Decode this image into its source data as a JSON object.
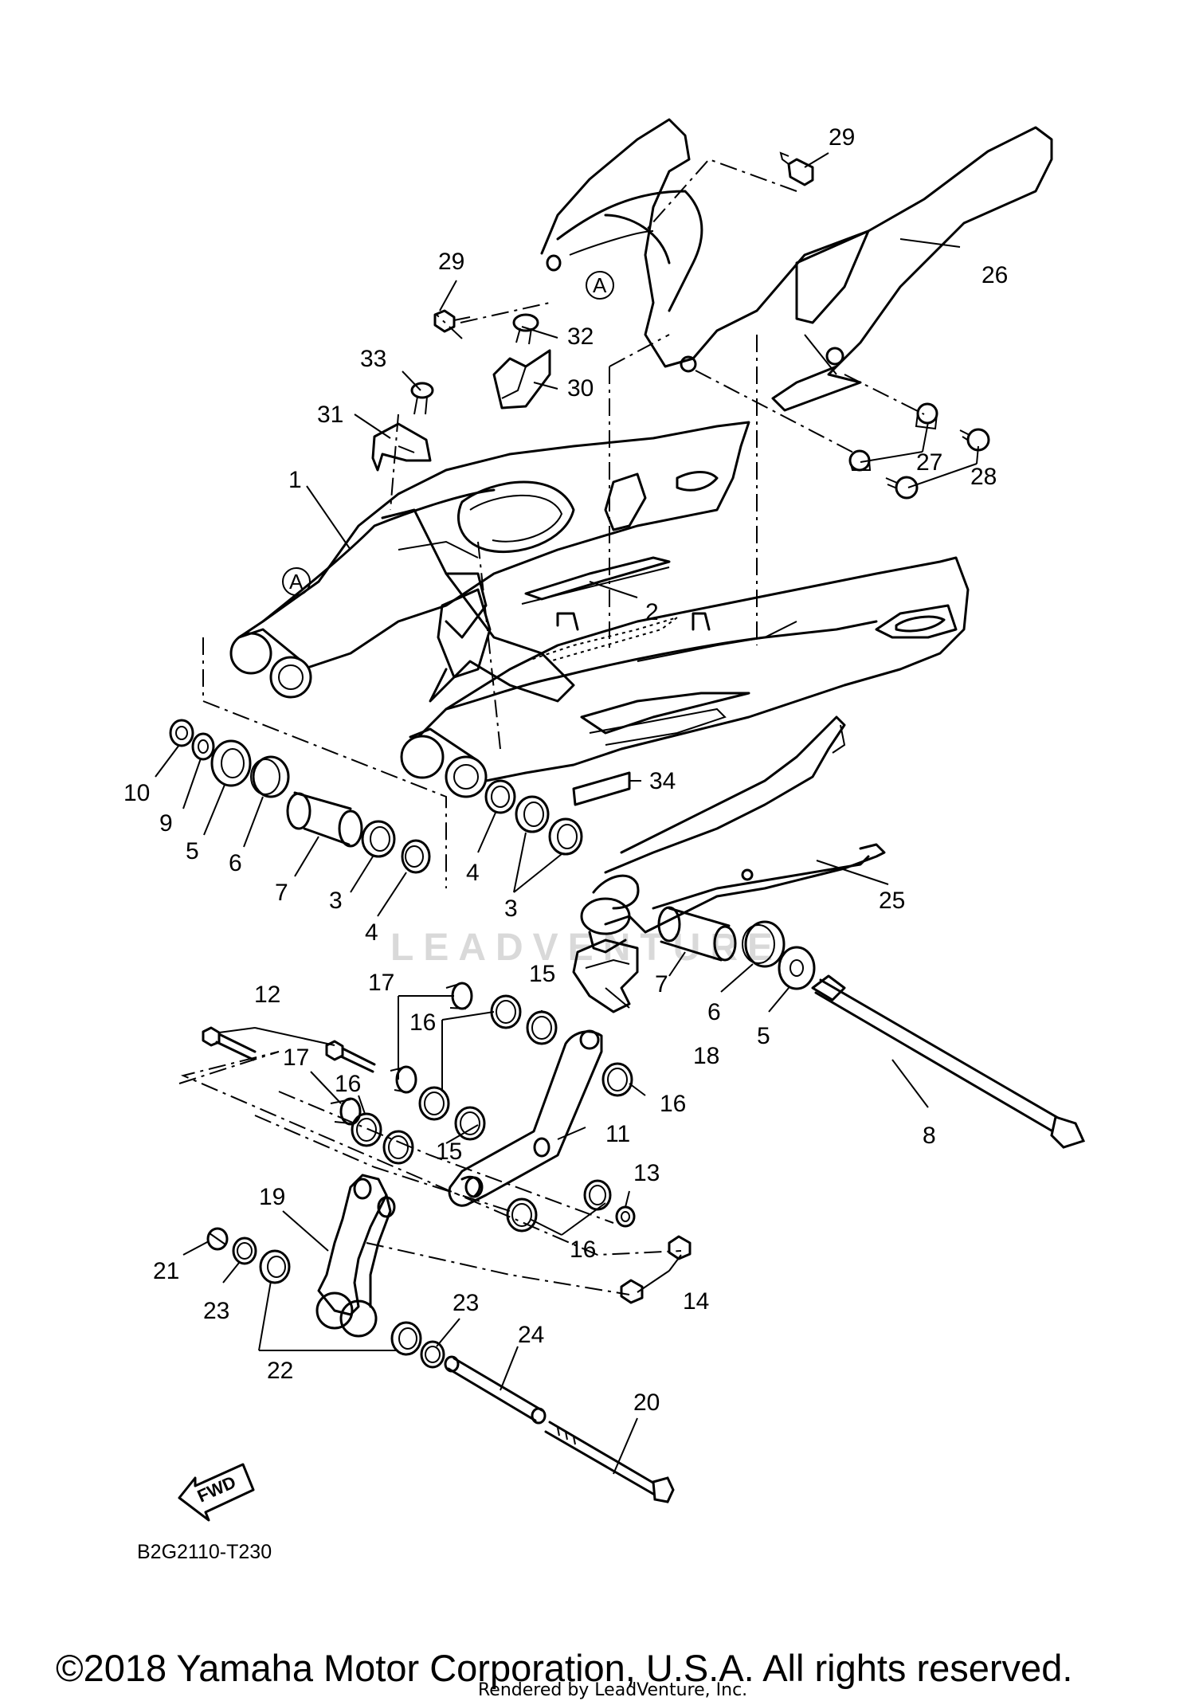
{
  "diagram_code": "B2G2110-T230",
  "fwd_label": "FWD",
  "ref_mark": "A",
  "watermark": "LEADVENTURE",
  "copyright": "©2018 Yamaha Motor Corporation, U.S.A. All rights reserved.",
  "rendered_by": "Rendered by LeadVenture, Inc.",
  "callouts": [
    "29",
    "29",
    "26",
    "32",
    "30",
    "33",
    "31",
    "27",
    "28",
    "1",
    "2",
    "34",
    "10",
    "9",
    "5",
    "6",
    "7",
    "3",
    "4",
    "4",
    "3",
    "25",
    "7",
    "6",
    "5",
    "15",
    "17",
    "16",
    "12",
    "17",
    "16",
    "15",
    "18",
    "16",
    "11",
    "8",
    "13",
    "19",
    "16",
    "14",
    "21",
    "23",
    "23",
    "24",
    "22",
    "20"
  ]
}
